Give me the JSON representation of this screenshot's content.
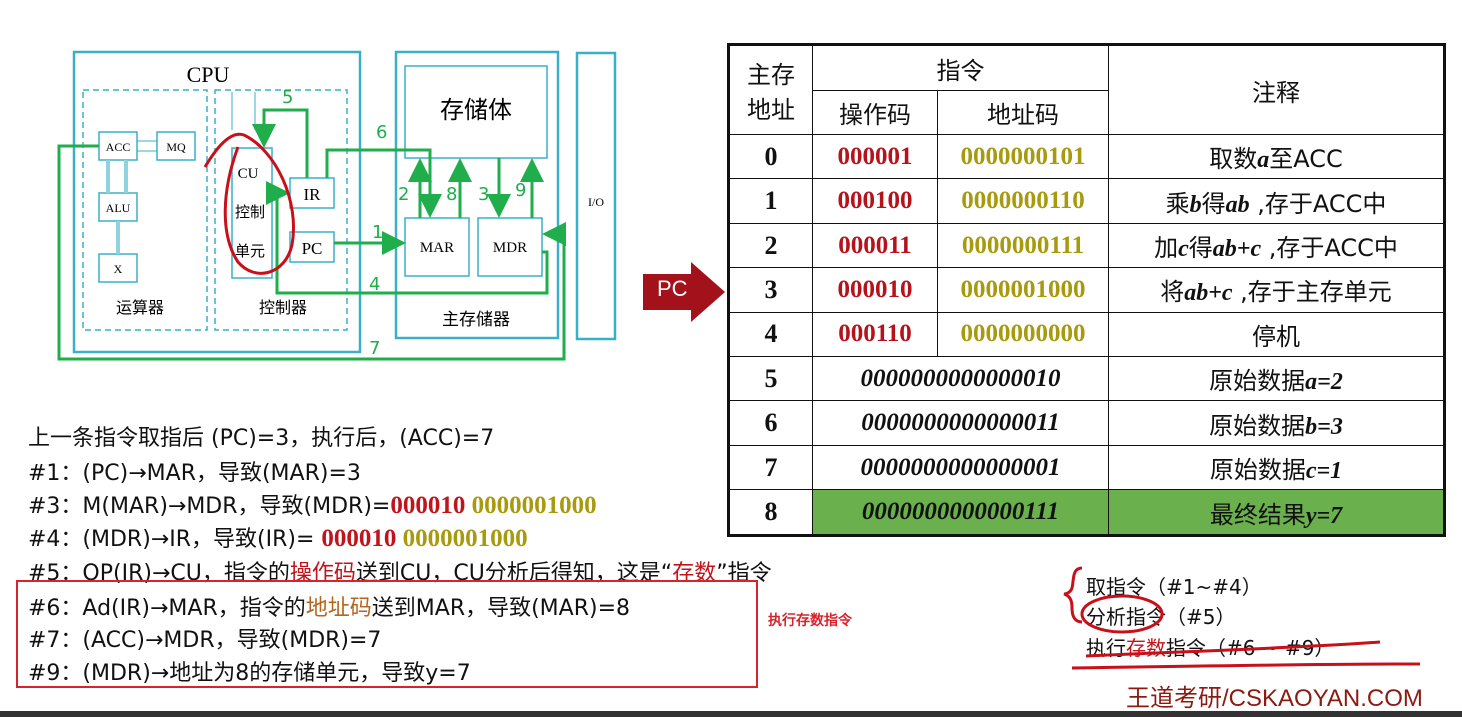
{
  "diagram": {
    "cpu_label": "CPU",
    "alu_section_label": "运算器",
    "control_section_label": "控制器",
    "registers": {
      "acc": "ACC",
      "mq": "MQ",
      "alu": "ALU",
      "x": "X",
      "cu_line1": "CU",
      "cu_line2": "控制",
      "cu_line3": "单元",
      "ir": "IR",
      "pc": "PC",
      "mar": "MAR",
      "mdr": "MDR"
    },
    "memory_body_label": "存储体",
    "main_memory_label": "主存储器",
    "io_label": "I/O",
    "path_numbers": [
      "1",
      "2",
      "3",
      "4",
      "5",
      "6",
      "7",
      "8",
      "9"
    ],
    "colors": {
      "box": "#3ab0c8",
      "path": "#1fae4b",
      "annotation": "#c8101a"
    }
  },
  "pc_pointer": {
    "label": "PC",
    "points_to_row": 3,
    "color": "#a3111a"
  },
  "memory_table": {
    "headers": {
      "address": "主存地址",
      "address_line1": "主存",
      "address_line2": "地址",
      "instruction": "指令",
      "opcode": "操作码",
      "address_code": "地址码",
      "comment": "注释"
    },
    "instruction_rows": [
      {
        "addr": "0",
        "opcode": "000001",
        "address_code": "0000000101",
        "comment_parts": [
          "取数",
          "a",
          "至ACC"
        ]
      },
      {
        "addr": "1",
        "opcode": "000100",
        "address_code": "0000000110",
        "comment_parts": [
          "乘",
          "b",
          "得",
          "ab",
          " ,存于ACC中"
        ]
      },
      {
        "addr": "2",
        "opcode": "000011",
        "address_code": "0000000111",
        "comment_parts": [
          "加",
          "c",
          "得",
          "ab+c",
          "  ,存于ACC中"
        ]
      },
      {
        "addr": "3",
        "opcode": "000010",
        "address_code": "0000001000",
        "comment_parts": [
          "将",
          "ab+c",
          " ,存于主存单元"
        ]
      },
      {
        "addr": "4",
        "opcode": "000110",
        "address_code": "0000000000",
        "comment_parts": [
          "停机"
        ]
      }
    ],
    "data_rows": [
      {
        "addr": "5",
        "value": "0000000000000010",
        "comment_parts": [
          "原始数据",
          "a=2"
        ]
      },
      {
        "addr": "6",
        "value": "0000000000000011",
        "comment_parts": [
          "原始数据",
          "b=3"
        ]
      },
      {
        "addr": "7",
        "value": "0000000000000001",
        "comment_parts": [
          "原始数据",
          "c=1"
        ]
      },
      {
        "addr": "8",
        "value": "0000000000000111",
        "comment_parts": [
          "最终结果",
          "y=7"
        ],
        "highlight": "#6ab04c"
      }
    ],
    "colors": {
      "opcode": "#b5121b",
      "address_code": "#a89a0e"
    }
  },
  "steps": {
    "intro": "上一条指令取指后 (PC)=3，执行后，(ACC)=7",
    "s1": "#1：(PC)→MAR，导致(MAR)=3",
    "s3_prefix": "#3：M(MAR)→MDR，导致(MDR)=",
    "s3_op": "000010",
    "s3_ad": " 0000001000",
    "s4_prefix": "#4：(MDR)→IR，导致(IR)= ",
    "s4_op": "000010",
    "s4_ad": " 0000001000",
    "s5_a": "#5：OP(IR)→CU，指令的",
    "s5_hl": "操作码",
    "s5_b": "送到CU，CU分析后得知，这是“",
    "s5_hl2": "存数",
    "s5_c": "”指令",
    "s6_a": "#6：Ad(IR)→MAR，指令的",
    "s6_hl": "地址码",
    "s6_b": "送到MAR，导致(MAR)=8",
    "s7": "#7：(ACC)→MDR，导致(MDR)=7",
    "s9": "#9：(MDR)→地址为8的存储单元，导致y=7",
    "exec_box_label": "执行存数指令"
  },
  "phases": {
    "fetch": "取指令（#1~#4）",
    "analyze": "分析指令（#5）",
    "execute_a": "执行",
    "execute_hl": "存数",
    "execute_b": "指令（#6 ~ #9）"
  },
  "brand": "王道考研/CSKAOYAN.COM"
}
